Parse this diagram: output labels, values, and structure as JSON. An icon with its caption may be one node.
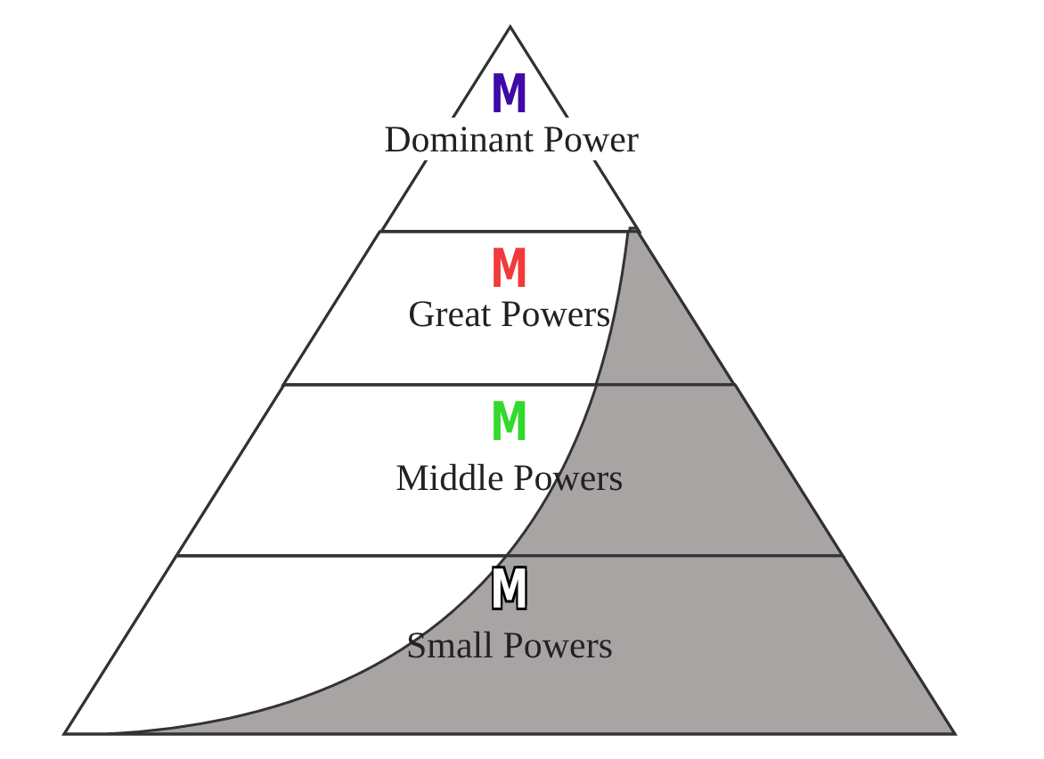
{
  "diagram": {
    "nodes": [
      {
        "text": [
          "M",
          "Dominant Power"
        ]
      },
      {
        "text": [
          "M",
          "Great Powers"
        ]
      },
      {
        "text": [
          "M",
          "Middle Powers"
        ]
      },
      {
        "text": [
          "M",
          "Small Powers"
        ]
      }
    ]
  }
}
